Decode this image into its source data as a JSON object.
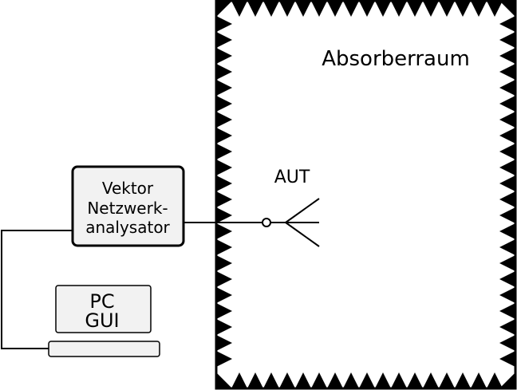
{
  "chamber": {
    "label": "Absorberraum"
  },
  "antenna": {
    "label": "AUT"
  },
  "vna": {
    "lines": [
      "Vektor",
      "Netzwerk-",
      "analysator"
    ]
  },
  "pc": {
    "lines": [
      "PC",
      "GUI"
    ]
  },
  "colors": {
    "box_fill": "#f2f2f2",
    "stroke": "#000000"
  }
}
